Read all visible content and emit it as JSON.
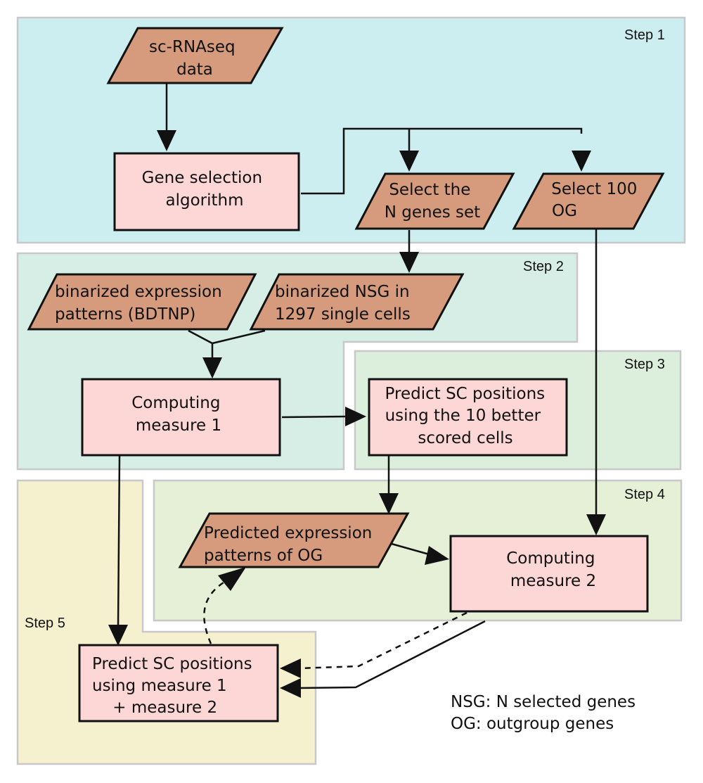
{
  "colors": {
    "step1_bg": "#cdeef1",
    "step2_bg": "#d6eee6",
    "step3_bg": "#dcefdc",
    "step4_bg": "#e6f0d6",
    "step5_bg": "#f5f1cf",
    "process_fill": "#fdd6d6",
    "data_fill": "#d59b7c"
  },
  "steps": {
    "step1": "Step 1",
    "step2": "Step 2",
    "step3": "Step 3",
    "step4": "Step 4",
    "step5": "Step 5"
  },
  "nodes": {
    "scrnaseq": [
      "sc-RNAseq",
      "data"
    ],
    "gene_selection": [
      "Gene selection",
      "algorithm"
    ],
    "select_n_genes": [
      "Select the",
      "N genes set"
    ],
    "select_og": [
      "Select 100",
      "OG"
    ],
    "bin_expr": [
      "binarized expression",
      "patterns  (BDTNP)"
    ],
    "bin_nsg": [
      "binarized NSG in",
      "1297 single cells"
    ],
    "measure1": [
      "Computing",
      "measure 1"
    ],
    "predict_top10": [
      "Predict SC positions",
      "using the 10 better",
      "scored cells"
    ],
    "pred_expr_og": [
      "Predicted expression",
      "patterns of  OG"
    ],
    "measure2": [
      "Computing",
      "measure 2"
    ],
    "predict_final": [
      "Predict SC positions",
      "using measure 1",
      "    + measure 2"
    ]
  },
  "legend": [
    "NSG: N selected genes",
    "OG: outgroup genes"
  ]
}
